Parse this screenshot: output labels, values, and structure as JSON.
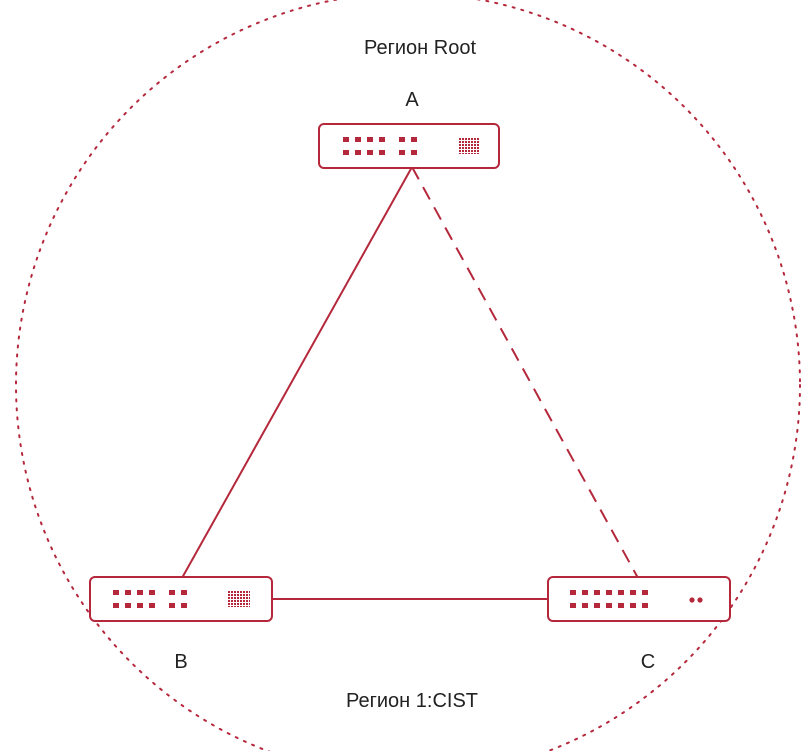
{
  "colors": {
    "accent": "#b5283c",
    "region_border": "#b5283c",
    "text": "#222222",
    "background": "#ffffff"
  },
  "regions": {
    "root_label": "Регион Root",
    "cist_label": "Регион 1:CIST"
  },
  "switches": {
    "a": {
      "label": "A",
      "icon": "switch-icon",
      "ports": "6 ports + grid"
    },
    "b": {
      "label": "B",
      "icon": "switch-icon",
      "ports": "6 ports + grid"
    },
    "c": {
      "label": "C",
      "icon": "switch-icon",
      "ports": "7 ports + 2 leds"
    }
  },
  "links": [
    {
      "from": "A",
      "to": "B",
      "style": "solid"
    },
    {
      "from": "A",
      "to": "C",
      "style": "dashed"
    },
    {
      "from": "B",
      "to": "C",
      "style": "solid"
    }
  ]
}
